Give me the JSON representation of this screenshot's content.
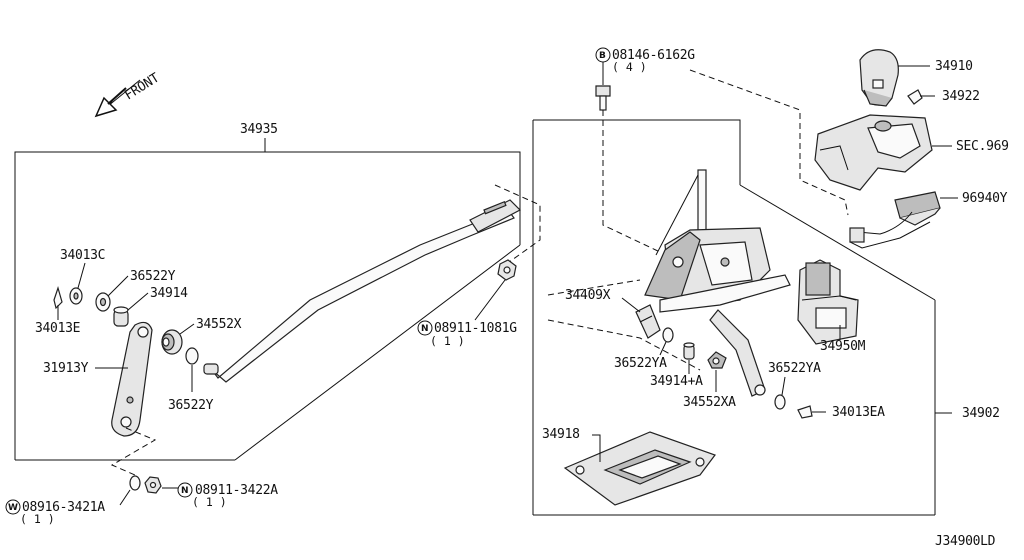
{
  "diagram_id": "J34900LD",
  "front_label": "FRONT",
  "labels": {
    "p34935": "34935",
    "p34013C": "34013C",
    "p36522Y_a": "36522Y",
    "p34914": "34914",
    "p34013E": "34013E",
    "p34552X": "34552X",
    "p31913Y": "31913Y",
    "p36522Y_b": "36522Y",
    "n08911_1081G": "08911-1081G",
    "n08911_1081G_qty": "( 1 )",
    "w08916_3421A": "08916-3421A",
    "w08916_3421A_qty": "( 1 )",
    "n08911_3422A": "08911-3422A",
    "n08911_3422A_qty": "( 1 )",
    "b08146_6162G": "08146-6162G",
    "b08146_6162G_qty": "( 4 )",
    "p34910": "34910",
    "p34922": "34922",
    "sec969": "SEC.969",
    "p96940Y": "96940Y",
    "p34409X": "34409X",
    "p36522YA_a": "36522YA",
    "p34914A": "34914+A",
    "p34552XA": "34552XA",
    "p36522YA_b": "36522YA",
    "p34013EA": "34013EA",
    "p34950M": "34950M",
    "p34902": "34902",
    "p34918": "34918"
  },
  "symbols": {
    "N": "N",
    "W": "W",
    "B": "B"
  },
  "icons": [
    "front-arrow-icon",
    "bolt-icon",
    "nut-icon",
    "washer-icon",
    "shift-knob-icon",
    "console-finisher-icon",
    "connector-icon",
    "control-device-icon",
    "cover-plate-icon",
    "shift-lever-icon",
    "rod-icon"
  ]
}
